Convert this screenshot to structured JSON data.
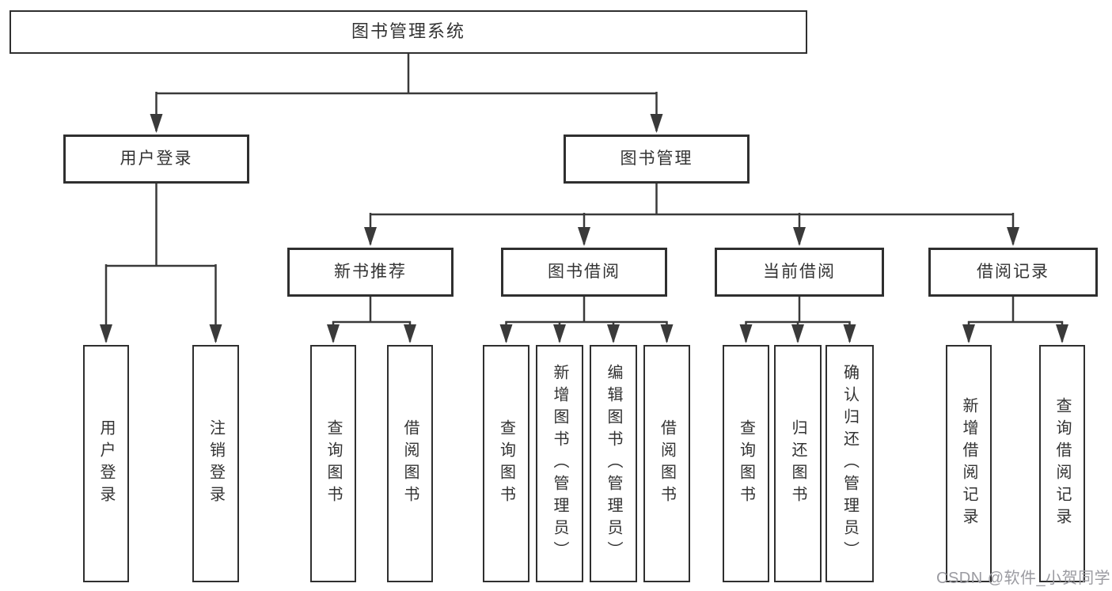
{
  "colors": {
    "line": "#3a3a3a",
    "box_border": "#2f2f2f",
    "text": "#333333",
    "watermark": "#9b9ba1",
    "bg": "#ffffff"
  },
  "root": {
    "label": "图书管理系统"
  },
  "level2": [
    {
      "label": "用户登录"
    },
    {
      "label": "图书管理"
    }
  ],
  "level3": [
    {
      "label": "新书推荐"
    },
    {
      "label": "图书借阅"
    },
    {
      "label": "当前借阅"
    },
    {
      "label": "借阅记录"
    }
  ],
  "leaves": [
    {
      "label": "用户登录"
    },
    {
      "label": "注销登录"
    },
    {
      "label": "查询图书"
    },
    {
      "label": "借阅图书"
    },
    {
      "label": "查询图书"
    },
    {
      "label": "新增图书（管理员）"
    },
    {
      "label": "编辑图书（管理员）"
    },
    {
      "label": "借阅图书"
    },
    {
      "label": "查询图书"
    },
    {
      "label": "归还图书"
    },
    {
      "label": "确认归还（管理员）"
    },
    {
      "label": "新增借阅记录"
    },
    {
      "label": "查询借阅记录"
    }
  ],
  "watermark": {
    "text": "CSDN @软件_小贺同学"
  }
}
